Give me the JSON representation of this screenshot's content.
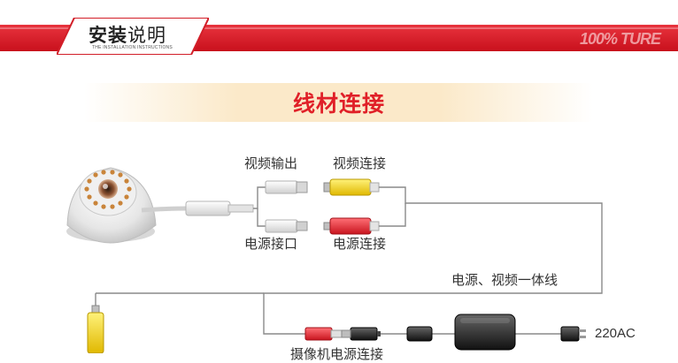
{
  "header": {
    "title_bold": "安装",
    "title_rest": "说明",
    "subtitle": "THE INSTALLATION INSTRUCTIONS",
    "watermark": "100% TURE"
  },
  "section": {
    "title": "线材连接"
  },
  "labels": {
    "video_output": "视频输出",
    "video_connect": "视频连接",
    "power_port": "电源接口",
    "power_connect": "电源连接",
    "combo_cable": "电源、视频一体线",
    "ac_power": "220AC",
    "camera_power_connect": "摄像机电源连接"
  },
  "colors": {
    "banner_red": "#d21e28",
    "title_red": "#e02028",
    "rca_yellow": "#f2d21a",
    "dc_red": "#e3323a",
    "wire_gray": "#8a8a8a"
  }
}
